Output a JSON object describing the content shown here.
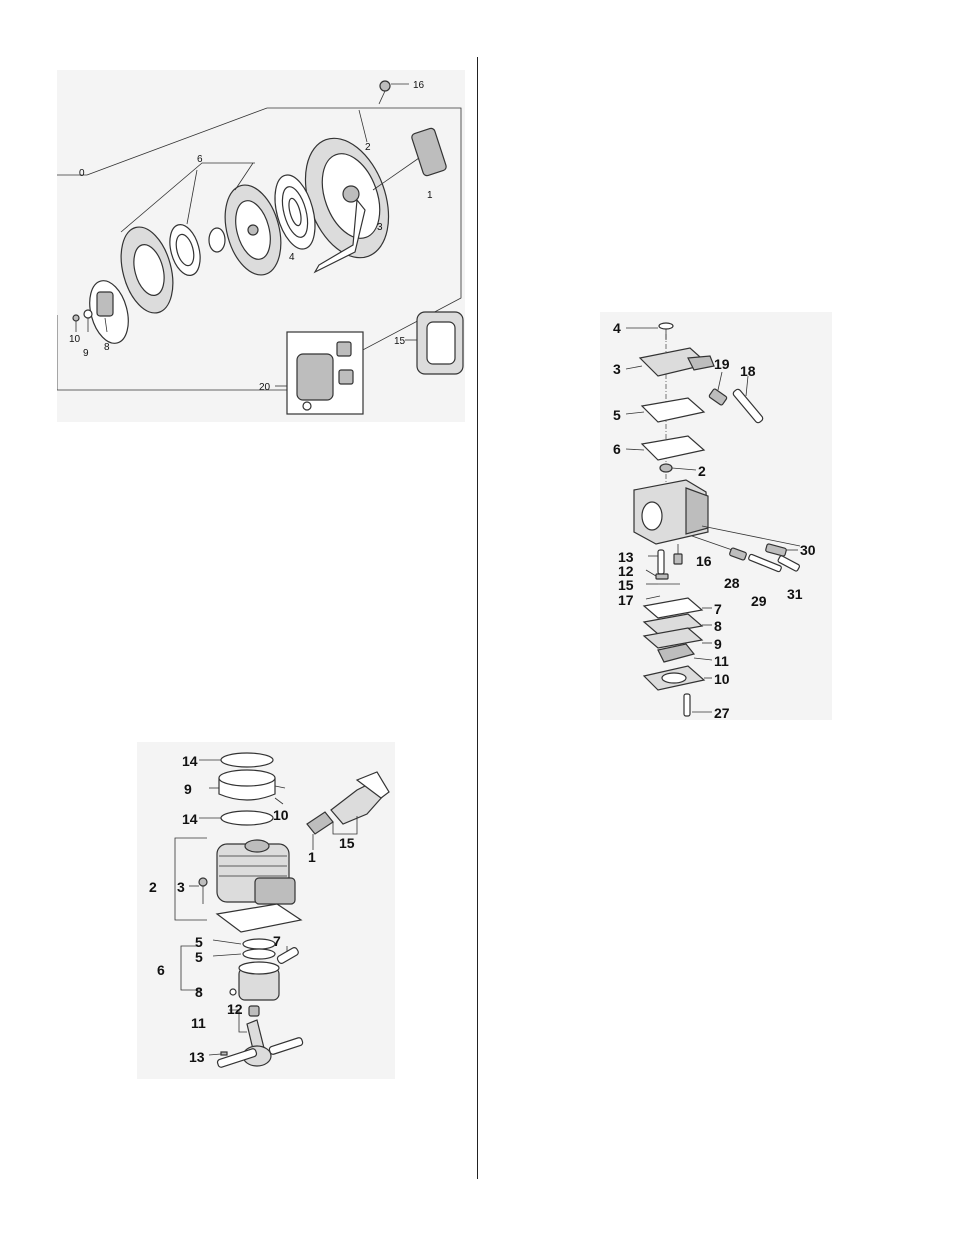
{
  "figures": {
    "starter": {
      "callouts": [
        "16",
        "0",
        "6",
        "2",
        "1",
        "3",
        "4",
        "15",
        "10",
        "9",
        "8",
        "20"
      ]
    },
    "cylinder": {
      "callouts": [
        "14",
        "9",
        "14",
        "10",
        "1",
        "15",
        "2",
        "3",
        "5",
        "5",
        "7",
        "6",
        "8",
        "12",
        "11",
        "13"
      ]
    },
    "carburetor": {
      "callouts": [
        "4",
        "3",
        "19",
        "18",
        "5",
        "6",
        "2",
        "13",
        "16",
        "12",
        "15",
        "17",
        "28",
        "29",
        "30",
        "31",
        "7",
        "8",
        "9",
        "11",
        "10",
        "27"
      ]
    }
  }
}
